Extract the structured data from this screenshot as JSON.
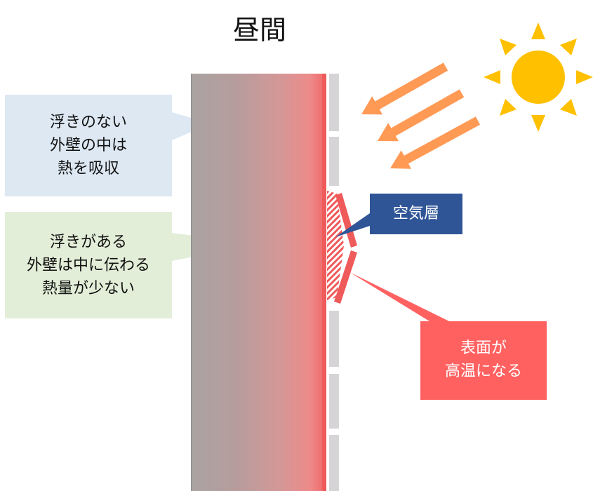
{
  "title": "昼間",
  "callouts": {
    "no_float": [
      "浮きのない",
      "外壁の中は",
      "熱を吸収"
    ],
    "float": [
      "浮きがある",
      "外壁は中に伝わる",
      "熱量が少ない"
    ]
  },
  "labels": {
    "air_layer": "空気層",
    "surface": [
      "表面が",
      "高温になる"
    ]
  },
  "colors": {
    "arrow": "#ff9a55",
    "wall_surface": "#ef5a5a",
    "sun": "#ffc000",
    "air_layer_box": "#2f5597",
    "surface_box": "#ff6161",
    "callout_blue": "#dde8f3",
    "callout_green": "#e3eed8",
    "tile": "#d7d4d8"
  }
}
